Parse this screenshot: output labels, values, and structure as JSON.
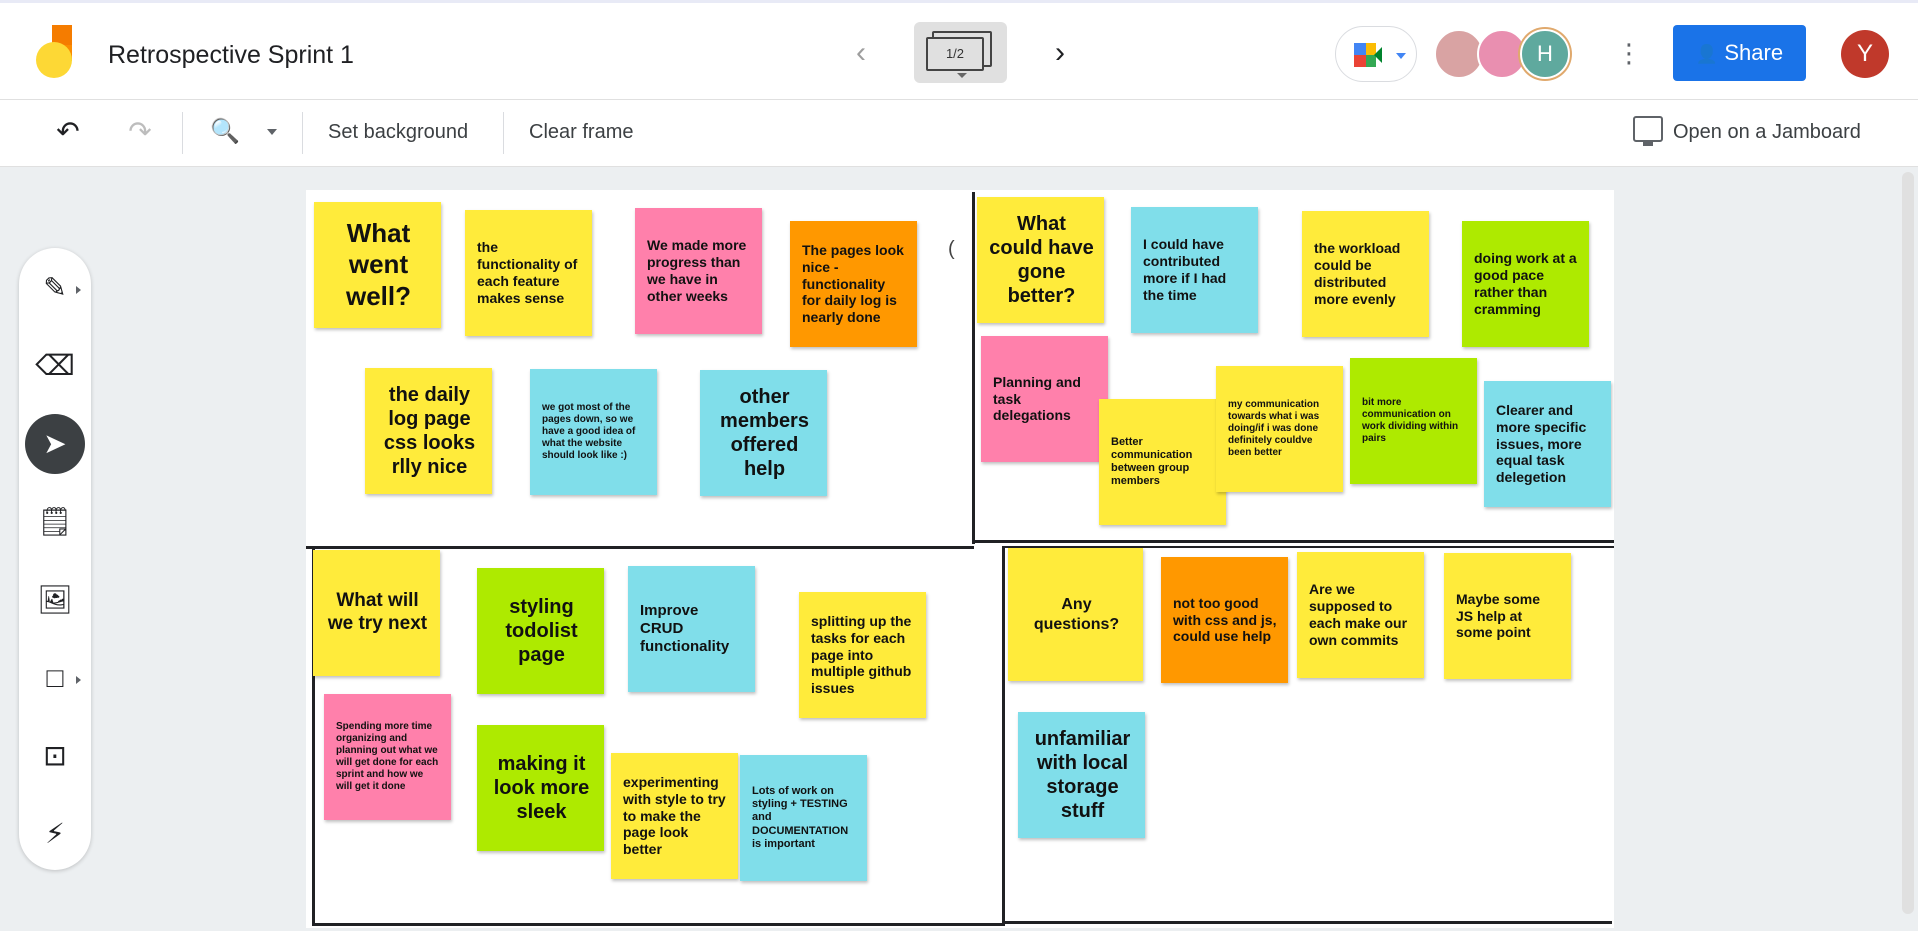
{
  "app": {
    "title": "Retrospective Sprint 1",
    "frame_indicator": "1/2",
    "share_label": "Share",
    "user_initial": "Y",
    "collaborators": [
      "",
      "",
      "H"
    ]
  },
  "toolbar": {
    "set_background": "Set background",
    "clear_frame": "Clear frame",
    "open_jamboard": "Open on a Jamboard"
  },
  "colors": {
    "yellow": "#ffeb3b",
    "pink": "#ff80ab",
    "orange": "#ff9800",
    "cyan": "#80deea",
    "green": "#aeea00",
    "share": "#1a73e8"
  },
  "icons": [
    "undo-icon",
    "redo-icon",
    "zoom-in-icon",
    "pen-icon",
    "eraser-icon",
    "select-icon",
    "sticky-note-icon",
    "image-icon",
    "shape-icon",
    "text-box-icon",
    "laser-icon"
  ],
  "stickies": {
    "s1": "What went well?",
    "s2": "the functionality of each feature makes sense",
    "s3": "We made more progress than we have in other weeks",
    "s4": "The pages look nice - functionality for daily log is nearly done",
    "s5": "the daily log page css looks rlly nice",
    "s6": "we got most of the pages down, so we have a good idea of what the website should look like :)",
    "s7": "other members offered help",
    "s8": "What could have gone better?",
    "s9": "I could have contributed more if I had the time",
    "s10": "the workload could be distributed more evenly",
    "s11": "doing work at a good pace rather than cramming",
    "s12": "Planning and task delegations",
    "s13": "Better communication between group members",
    "s14": "my communication towards what i was doing/if i was done definitely couldve been better",
    "s15": "bit more communication on work dividing within pairs",
    "s16": "Clearer and more specific issues, more equal task delegetion",
    "s17": "What will we try next",
    "s18": "styling todolist page",
    "s19": "Improve CRUD functionality",
    "s20": "splitting up the tasks for each page into multiple github issues",
    "s21": "Spending more time organizing and planning out what we will get done for each sprint and how we will get it done",
    "s22": "making it look more sleek",
    "s23": "experimenting with style to try to make the page look better",
    "s24": "Lots of work on styling + TESTING and DOCUMENTATION is important",
    "s25": "Any questions?",
    "s26": "not too good with css and js, could use help",
    "s27": "Are we supposed to each make our own commits",
    "s28": "Maybe some JS help at some point",
    "s29": "unfamiliar with local storage stuff"
  }
}
